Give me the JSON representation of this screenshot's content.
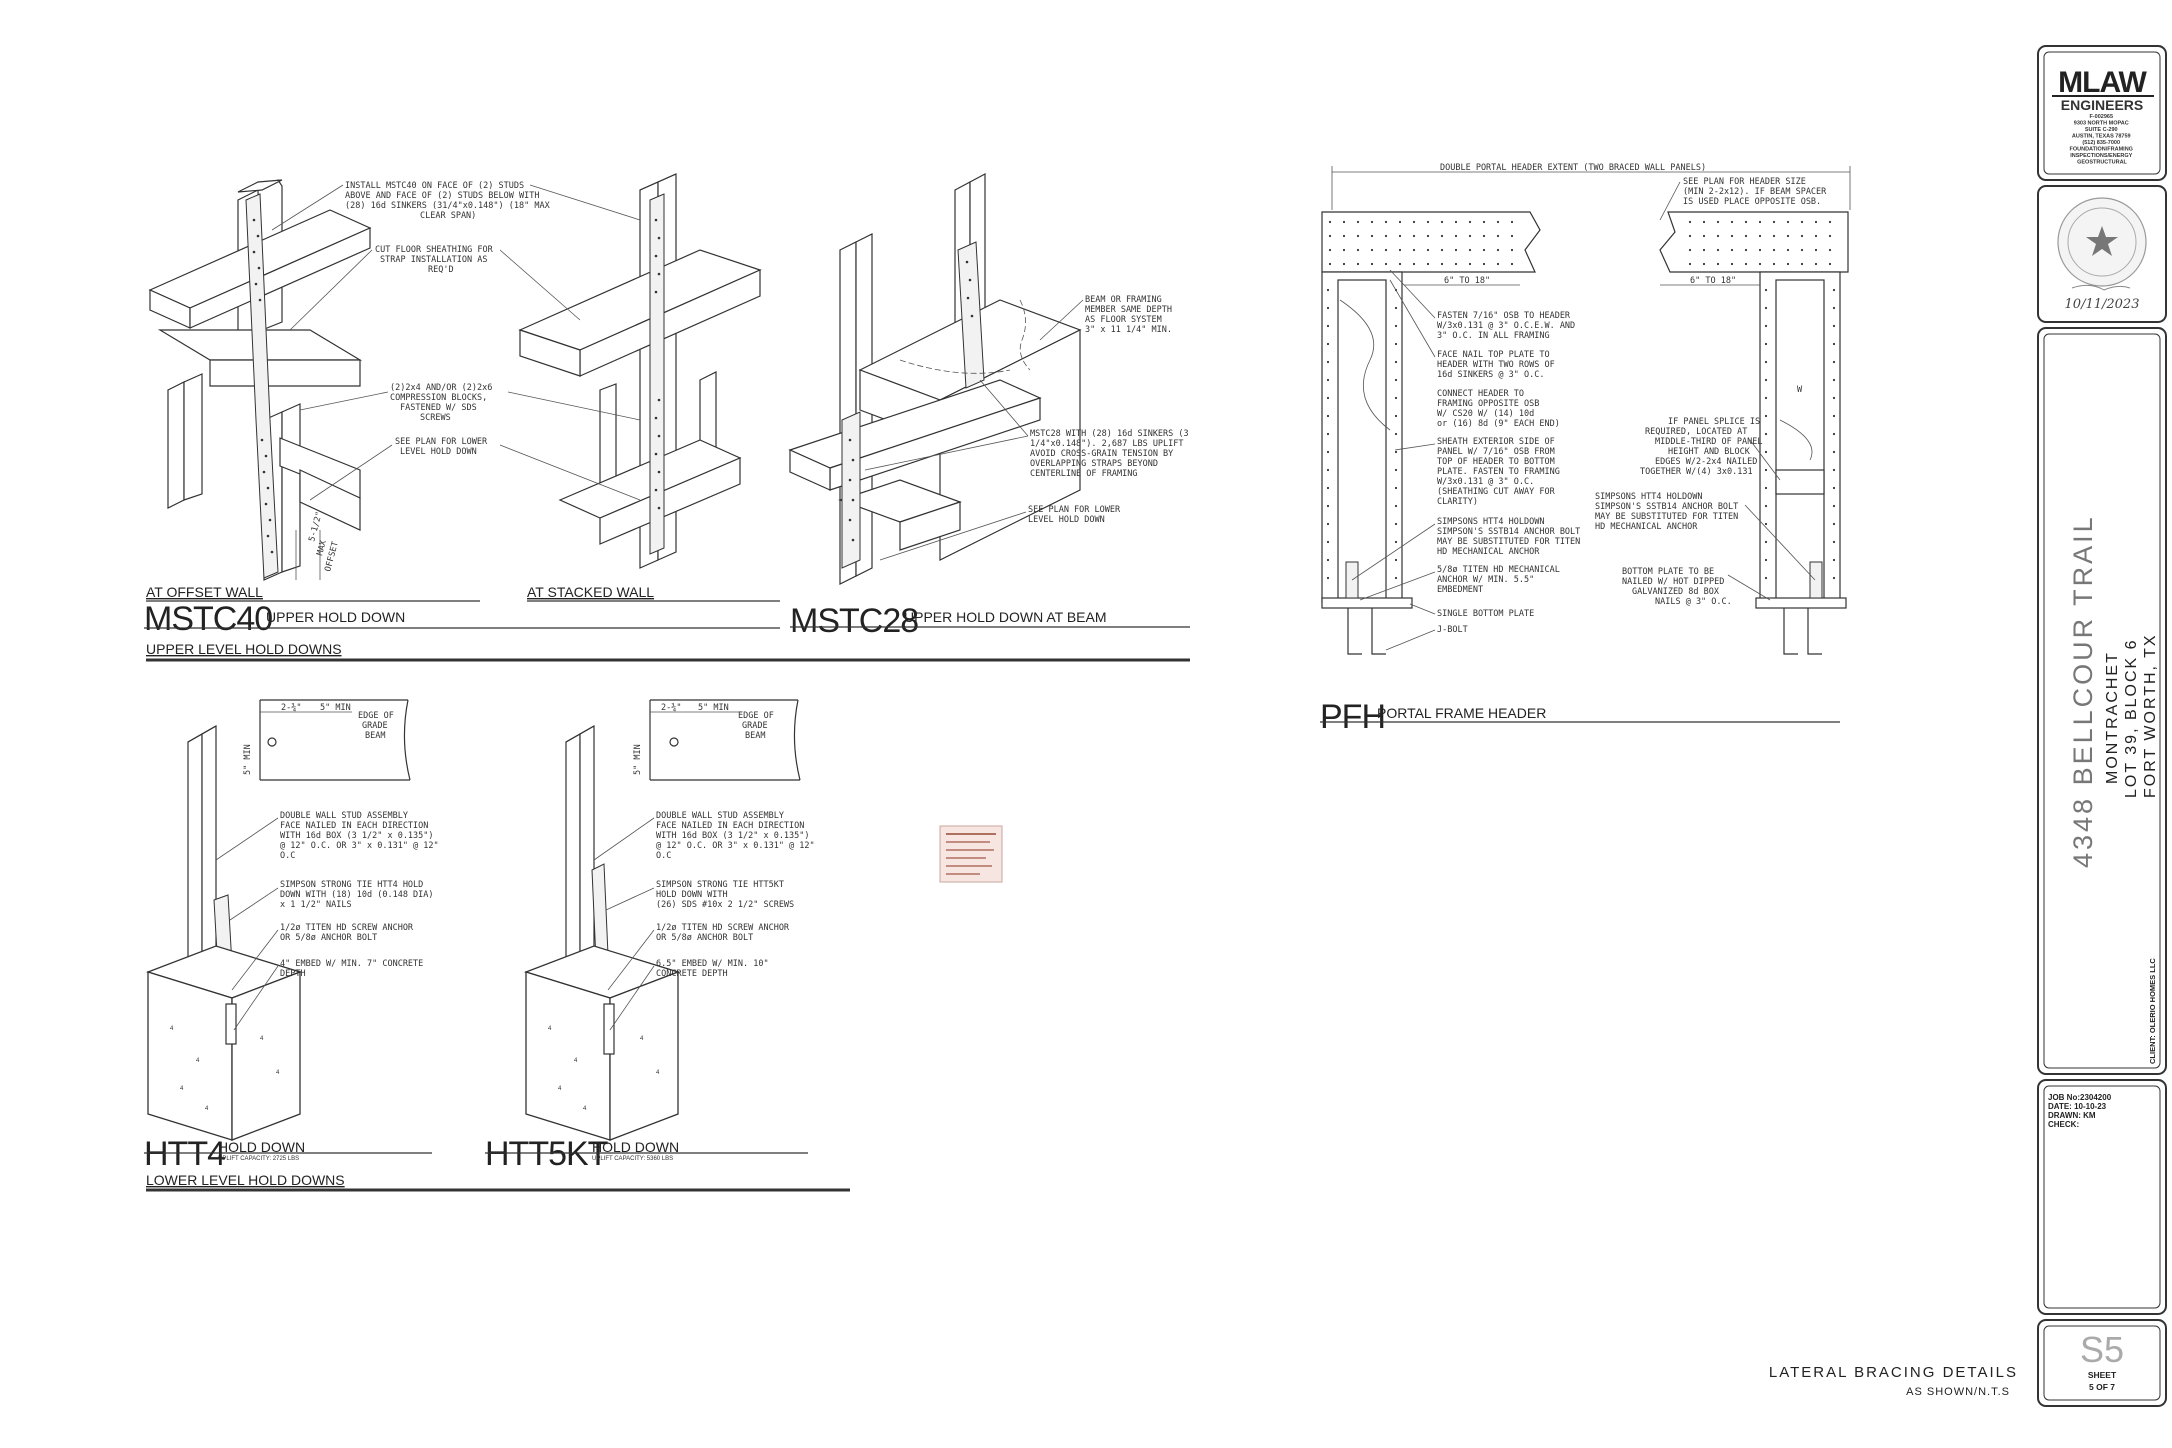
{
  "mstc40": {
    "title": "MSTC40",
    "subtitle": "UPPER HOLD DOWN",
    "caption_left": "AT OFFSET WALL",
    "caption_right": "AT STACKED WALL",
    "note1": [
      "INSTALL MSTC40 ON FACE OF (2) STUDS",
      "ABOVE AND FACE OF (2) STUDS BELOW WITH",
      "(28) 16d SINKERS (31/4\"x0.148\") (18\" MAX",
      "CLEAR SPAN)"
    ],
    "note2": [
      "CUT FLOOR SHEATHING FOR",
      "STRAP INSTALLATION AS",
      "REQ'D"
    ],
    "note3": [
      "(2)2x4 AND/OR (2)2x6",
      "COMPRESSION BLOCKS,",
      "FASTENED W/ SDS",
      "SCREWS"
    ],
    "note4": [
      "SEE PLAN FOR LOWER",
      "LEVEL HOLD DOWN"
    ],
    "offset_label": [
      "5-1/2\"",
      "MAX",
      "OFFSET"
    ]
  },
  "upper_section": "UPPER LEVEL HOLD DOWNS",
  "mstc28": {
    "title": "MSTC28",
    "subtitle": "UPPER HOLD DOWN AT BEAM",
    "note1": [
      "BEAM OR FRAMING",
      "MEMBER SAME DEPTH",
      "AS FLOOR SYSTEM",
      "3\" x 11 1/4\" MIN."
    ],
    "note2": [
      "MSTC28 WITH (28) 16d SINKERS (3",
      "1/4\"x0.148\"). 2,687 LBS UPLIFT",
      "AVOID CROSS-GRAIN TENSION BY",
      "OVERLAPPING STRAPS BEYOND",
      "CENTERLINE OF FRAMING"
    ],
    "note3": [
      "SEE PLAN FOR LOWER",
      "LEVEL HOLD DOWN"
    ]
  },
  "pfh": {
    "title": "PFH",
    "subtitle": "PORTAL FRAME HEADER",
    "dim_top": "DOUBLE PORTAL HEADER EXTENT (TWO BRACED WALL PANELS)",
    "dim_left": "6\" TO 18\"",
    "dim_right": "6\" TO 18\"",
    "w_label": "W",
    "note_r1": [
      "SEE PLAN FOR HEADER SIZE",
      "(MIN 2-2x12). IF BEAM SPACER",
      "IS USED PLACE OPPOSITE OSB."
    ],
    "note_l1": [
      "FASTEN 7/16\" OSB TO HEADER",
      "W/3x0.131 @ 3\" O.C.E.W. AND",
      "3\" O.C. IN ALL FRAMING"
    ],
    "note_l2": [
      "FACE NAIL TOP PLATE TO",
      "HEADER WITH TWO ROWS OF",
      "16d SINKERS @ 3\" O.C."
    ],
    "note_l3": [
      "CONNECT HEADER TO",
      "FRAMING OPPOSITE OSB",
      "W/ CS20 W/ (14) 10d",
      "or (16) 8d (9\" EACH END)"
    ],
    "note_l4": [
      "SHEATH EXTERIOR SIDE OF",
      "PANEL W/ 7/16\" OSB FROM",
      "TOP OF HEADER TO BOTTOM",
      "PLATE. FASTEN TO FRAMING",
      "W/3x0.131 @ 3\" O.C.",
      "(SHEATHING CUT AWAY FOR",
      "CLARITY)"
    ],
    "note_l5": [
      "SIMPSONS HTT4 HOLDOWN",
      "SIMPSON'S SSTB14 ANCHOR BOLT",
      "MAY BE SUBSTITUTED FOR TITEN",
      "HD MECHANICAL ANCHOR"
    ],
    "note_l6": [
      "5/8ø TITEN HD MECHANICAL",
      "ANCHOR W/ MIN. 5.5\"",
      "EMBEDMENT"
    ],
    "note_l7": [
      "SINGLE BOTTOM PLATE"
    ],
    "note_l8": [
      "J-BOLT"
    ],
    "note_r2": [
      "IF PANEL SPLICE IS",
      "REQUIRED, LOCATED AT",
      "MIDDLE-THIRD OF PANEL",
      "HEIGHT AND BLOCK",
      "EDGES W/2-2x4 NAILED",
      "TOGETHER W/(4) 3x0.131"
    ],
    "note_r3": [
      "SIMPSONS HTT4 HOLDOWN",
      "SIMPSON'S SSTB14 ANCHOR BOLT",
      "MAY BE SUBSTITUTED FOR TITEN",
      "HD MECHANICAL ANCHOR"
    ],
    "note_r4": [
      "BOTTOM PLATE TO BE",
      "NAILED W/ HOT DIPPED",
      "GALVANIZED 8d BOX",
      "NAILS @ 3\" O.C."
    ]
  },
  "htt4": {
    "title": "HTT4",
    "subtitle": "HOLD DOWN",
    "capacity": "UPLIFT CAPACITY: 2725 LBS",
    "dim_a": "2-¾\"",
    "dim_b": "5\" MIN",
    "dim_v": "5\" MIN",
    "edge": [
      "EDGE OF",
      "GRADE",
      "BEAM"
    ],
    "note1": [
      "DOUBLE WALL STUD ASSEMBLY",
      "FACE NAILED IN EACH DIRECTION",
      "WITH 16d BOX (3 1/2\" x 0.135\")",
      "@ 12\" O.C. OR 3\" x 0.131\" @ 12\"",
      "O.C"
    ],
    "note2": [
      "SIMPSON STRONG TIE HTT4 HOLD",
      "DOWN WITH (18) 10d (0.148 DIA)",
      "x 1 1/2\" NAILS"
    ],
    "note3": [
      "1/2ø TITEN HD SCREW ANCHOR",
      "OR 5/8ø ANCHOR BOLT"
    ],
    "note4": [
      "4\" EMBED W/ MIN. 7\" CONCRETE",
      "DEPTH"
    ]
  },
  "htt5kt": {
    "title": "HTT5KT",
    "subtitle": "HOLD DOWN",
    "capacity": "UPLIFT CAPACITY: 5360 LBS",
    "dim_a": "2-¾\"",
    "dim_b": "5\" MIN",
    "dim_v": "5\" MIN",
    "edge": [
      "EDGE OF",
      "GRADE",
      "BEAM"
    ],
    "note1": [
      "DOUBLE WALL STUD ASSEMBLY",
      "FACE NAILED IN EACH DIRECTION",
      "WITH 16d BOX (3 1/2\" x 0.135\")",
      "@ 12\" O.C. OR 3\" x 0.131\" @ 12\"",
      "O.C"
    ],
    "note2": [
      "SIMPSON STRONG TIE HTT5KT",
      "HOLD DOWN WITH",
      "(26) SDS #10x 2 1/2\" SCREWS"
    ],
    "note3": [
      "1/2ø TITEN HD SCREW ANCHOR",
      "OR 5/8ø ANCHOR BOLT"
    ],
    "note4": [
      "6.5\" EMBED W/ MIN. 10\"",
      "CONCRETE DEPTH"
    ]
  },
  "lower_section": "LOWER LEVEL HOLD DOWNS",
  "sheet_title": "LATERAL BRACING DETAILS",
  "sheet_scale": "AS SHOWN/N.T.S",
  "title_block": {
    "logo_main": "MLAW",
    "logo_sub": "ENGINEERS",
    "firm_info": [
      "F-002965",
      "9303 NORTH MOPAC",
      "SUITE C-290",
      "AUSTIN, TEXAS 78759",
      "(512) 835-7000",
      "FOUNDATION/FRAMING",
      "INSPECTIONS/ENERGY",
      "GEOSTRUCTURAL"
    ],
    "seal_date": "10/11/2023",
    "project_address": "4348 BELLCOUR TRAIL",
    "project_sub1": "MONTRACHET",
    "project_sub2": "LOT 39, BLOCK 6",
    "project_sub3": "FORT WORTH, TX",
    "client": "CLIENT: OLERIO HOMES LLC",
    "job_no": "JOB No:2304200",
    "date": "DATE:  10-10-23",
    "drawn": "DRAWN: KM",
    "check": "CHECK:",
    "sheet_no": "S5",
    "sheet_label": "SHEET",
    "sheet_of": "5 OF 7"
  }
}
